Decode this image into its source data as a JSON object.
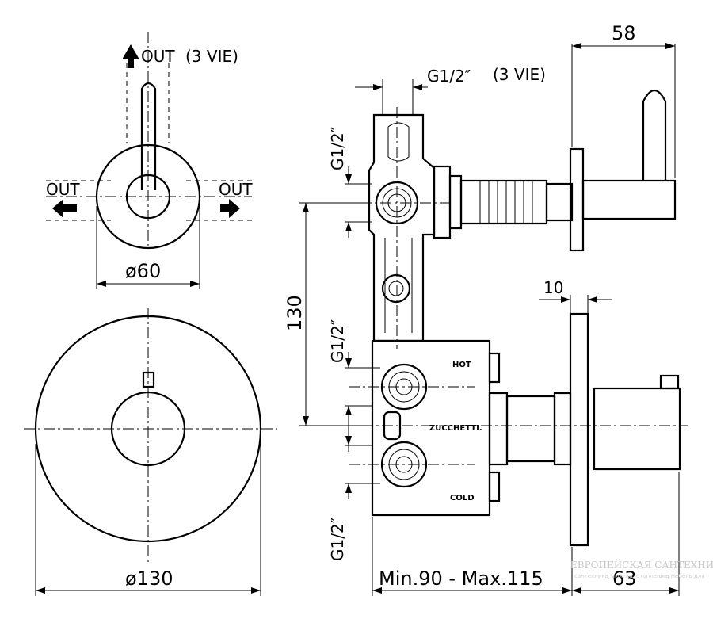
{
  "labels": {
    "out_top": "OUT",
    "out_top_suffix": "(3 VIE)",
    "out_left": "OUT",
    "out_right": "OUT",
    "dia_small": "ø60",
    "dia_large": "ø130",
    "dim_58": "58",
    "g_top": "G1/2″",
    "g_top_suffix": "(3 VIE)",
    "g_side_1": "G1/2″",
    "g_side_2": "G1/2″",
    "g_side_3": "G1/2″",
    "dim_130": "130",
    "dim_10": "10",
    "hot": "HOT",
    "cold": "COLD",
    "brand": "ZUCCHETTI.",
    "min_max": "Min.90  -  Max.115",
    "dim_63": "63"
  },
  "watermark": {
    "line1": "ЕВРОПЕЙСКАЯ САНТЕХНИКА",
    "line2": "сантехника, плитка, отопление, мебель для",
    "line3": "спа"
  },
  "icons": [
    "arrow-up-icon",
    "arrow-left-icon",
    "arrow-right-icon"
  ]
}
